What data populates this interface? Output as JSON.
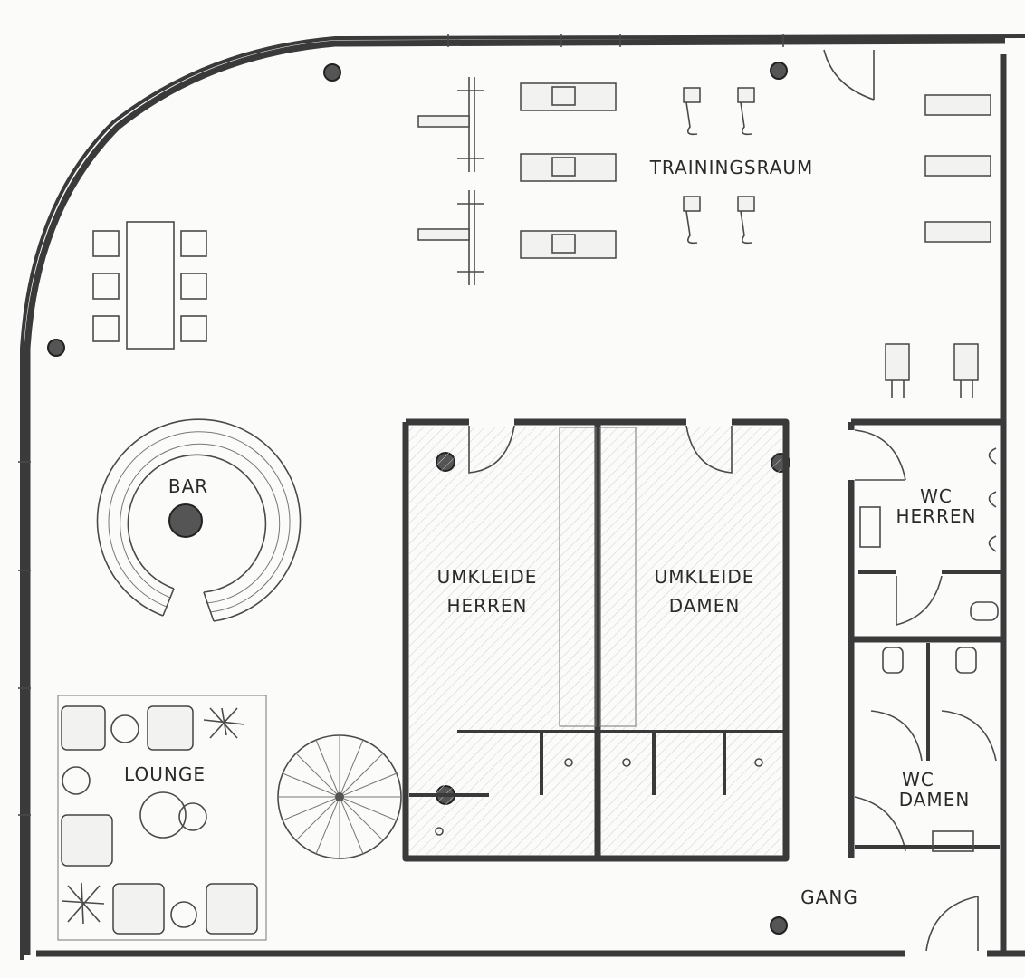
{
  "labels": {
    "trainingsraum": "TRAININGSRAUM",
    "bar": "BAR",
    "umkleide_herren_1": "UMKLEIDE",
    "umkleide_herren_2": "HERREN",
    "umkleide_damen_1": "UMKLEIDE",
    "umkleide_damen_2": "DAMEN",
    "wc_herren_1": "WC",
    "wc_herren_2": "HERREN",
    "wc_damen_1": "WC",
    "wc_damen_2": "DAMEN",
    "lounge": "LOUNGE",
    "gang": "GANG"
  },
  "colors": {
    "paper": "#fbfbfa",
    "ink": "#3a3a3a"
  }
}
